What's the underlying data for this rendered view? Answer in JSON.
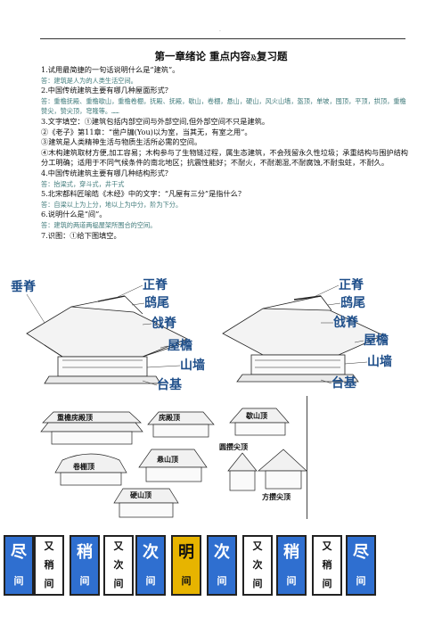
{
  "header": {
    "dot": "."
  },
  "title": {
    "main": "第一章绪论  重点内容",
    "small": "及",
    "rest": "复习题"
  },
  "questions": {
    "q1": "1.试用最简捷的一句话说明什么是“建筑”。",
    "a1": "答：建筑是人为的人类生活空间。",
    "q2": "2.中国传统建筑主要有哪几种屋面形式？",
    "a2": "答：重檐抚殿、重檐歇山，重檐卷棚，抚殿、抚殿，歇山，卷棚，悬山，硬山，风火山墙，盔顶，单坡，囤顶，平顶，拱顶，重檐赞尖，赞尖顶，穹隆等。……",
    "q3": "3.文字填空：①建筑包括内部空间与外部空间,但外部空间不只是建筑。",
    "q3b": "②《老子》第11章：“凿户牖(You)以为室，当其无，有室之用”。",
    "q3c": "③建筑是人类精神生活与物质生活所必需的空间。",
    "q3d": "④木构建筑取材方便,加工容易；木构参与了生物链过程，属生态建筑，不会残留永久性垃圾；承重结构与围护结构分工明确；适用于不同气候条件的南北地区；抗震性能好；不耐火，不耐潮湿,不耐腐蚀,不耐虫蛀，不耐久。",
    "q4": "4.中国传统建筑主要有哪几种结构形式？",
    "a4": "答：抬梁式，穿斗式，井干式",
    "q5": "5.北宋都料匠喻皓《木经》中的文字：“凡屋有三分”是指什么？",
    "a5": "答：自梁以上为上分，地以上为中分，阶为下分。",
    "q6": "6.说明什么是“间”。",
    "a6": "答：建筑的两道两榀屋架所围合的空间。",
    "q7": "7.识图：①给下图填空。"
  },
  "figure1": {
    "left_labels": [
      "垂脊",
      "正脊",
      "鸱尾",
      "戗脊",
      "屋檐",
      "山墙",
      "台基"
    ],
    "right_labels": [
      "正脊",
      "鸱尾",
      "戗脊",
      "屋檐",
      "山墙",
      "台基"
    ]
  },
  "figure2": {
    "labels": [
      "重檐庑殿顶",
      "庑殿顶",
      "歇山顶",
      "卷棚顶",
      "悬山顶",
      "圆攒尖顶",
      "硬山顶",
      "方攒尖顶"
    ]
  },
  "strip": {
    "tiles": [
      {
        "c1": "尽",
        "c2": "间",
        "style": "blue"
      },
      {
        "c1": "又",
        "c2": "稍",
        "c3": "间",
        "style": "white"
      },
      {
        "c1": "稍",
        "c2": "间",
        "style": "blue"
      },
      {
        "c1": "又",
        "c2": "次",
        "c3": "间",
        "style": "white"
      },
      {
        "c1": "次",
        "c2": "间",
        "style": "blue"
      },
      {
        "c1": "明",
        "c2": "间",
        "style": "gold"
      },
      {
        "c1": "次",
        "c2": "间",
        "style": "blue"
      },
      {
        "c1": "又",
        "c2": "次",
        "c3": "间",
        "style": "white"
      },
      {
        "c1": "稍",
        "c2": "间",
        "style": "blue"
      },
      {
        "c1": "又",
        "c2": "稍",
        "c3": "间",
        "style": "white"
      },
      {
        "c1": "尽",
        "c2": "间",
        "style": "blue"
      }
    ]
  },
  "colors": {
    "label_blue": "#1f4f8a",
    "tile_blue": "#2f6fd0",
    "tile_gold": "#e7b400",
    "answer": "#3f7a7a"
  }
}
